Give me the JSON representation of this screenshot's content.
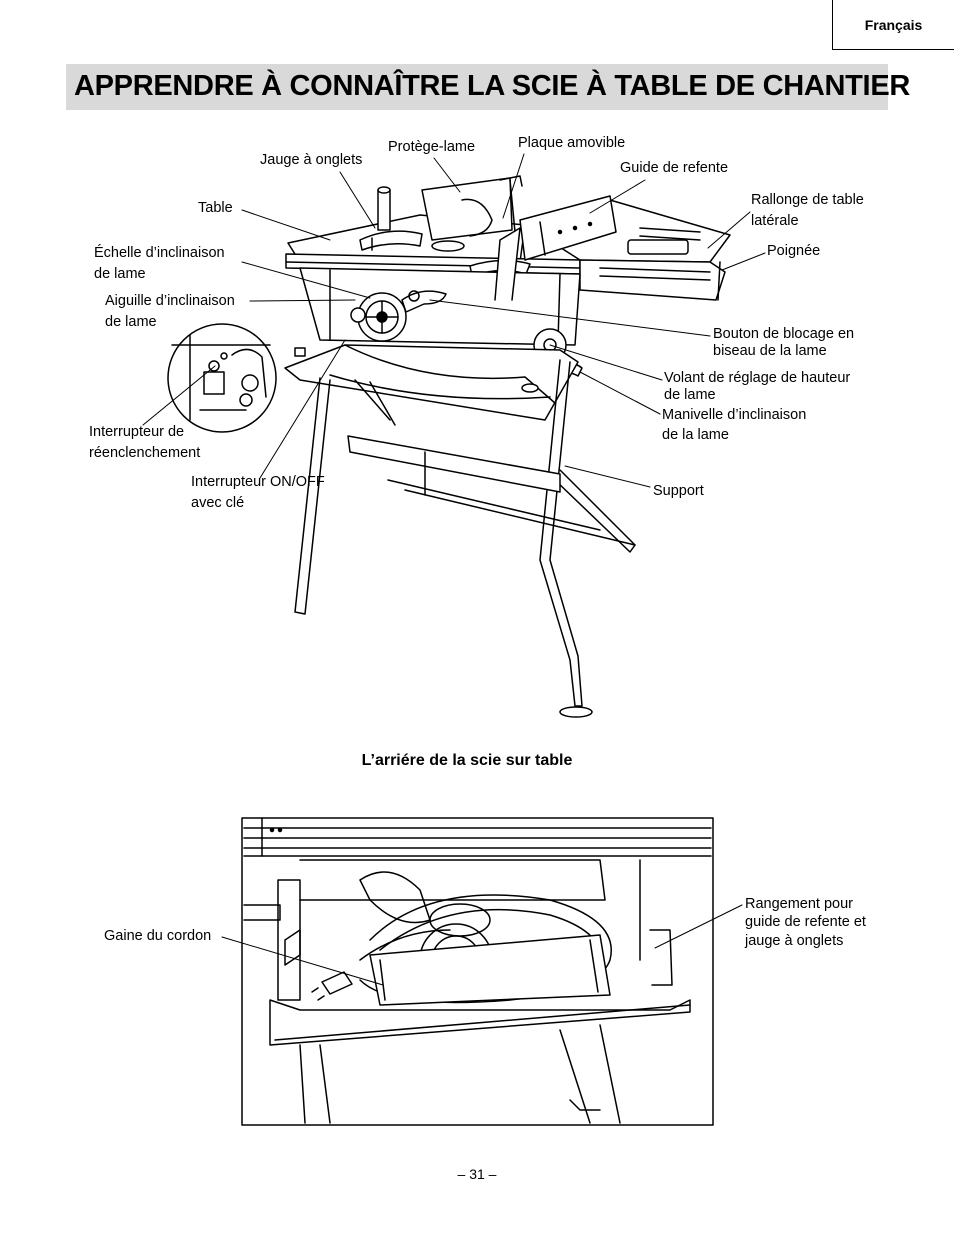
{
  "language_tab": "Français",
  "title": "APPRENDRE À CONNAÎTRE LA SCIE À TABLE DE CHANTIER",
  "labels": {
    "jauge": "Jauge à onglets",
    "protege": "Protège-lame",
    "plaque": "Plaque amovible",
    "guide": "Guide de refente",
    "table": "Table",
    "rallonge_1": "Rallonge de table",
    "rallonge_2": "latérale",
    "poignee": "Poignée",
    "echelle_1": "Échelle d’inclinaison",
    "echelle_2": "de lame",
    "aiguille_1": "Aiguille d’inclinaison",
    "aiguille_2": "de lame",
    "bouton_1": "Bouton de blocage en",
    "bouton_2": "biseau de la lame",
    "volant_1": "Volant de réglage de hauteur",
    "volant_2": "de lame",
    "manivelle_1": "Manivelle d’inclinaison",
    "manivelle_2": "de la lame",
    "interrupteur_re_1": "Interrupteur de",
    "interrupteur_re_2": "réenclenchement",
    "interrupteur_on_1": "Interrupteur ON/OFF",
    "interrupteur_on_2": "avec clé",
    "support": "Support",
    "gaine": "Gaine du cordon",
    "rangement_1": "Rangement pour",
    "rangement_2": "guide de refente et",
    "rangement_3": "jauge à onglets"
  },
  "caption": "L’arriére de la scie sur table",
  "page_number": "–  31  –"
}
